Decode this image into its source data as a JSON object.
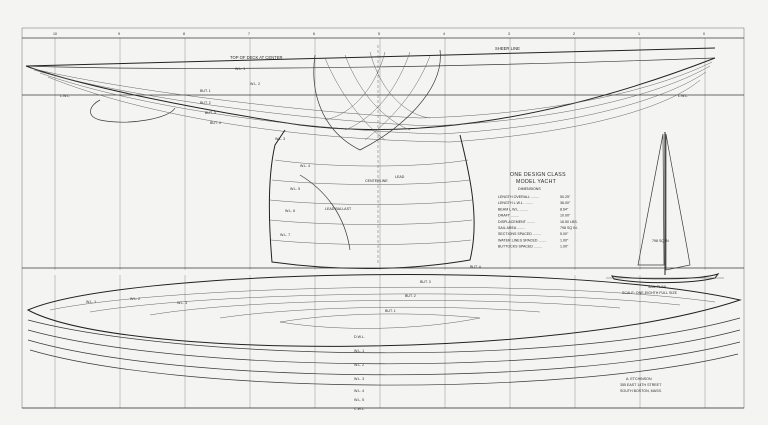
{
  "colors": {
    "paper": "#f4f4f2",
    "ink": "#2b2b2b"
  },
  "station_numbers": [
    "10",
    "9",
    "8",
    "7",
    "6",
    "5",
    "4",
    "3",
    "2",
    "1",
    "0"
  ],
  "profile_labels": {
    "deck_top": "TOP OF DECK AT CENTER",
    "sheer_line": "SHEER LINE",
    "lwl_left": "L.W.L.",
    "lwl_right": "L.W.L.",
    "centerline": "CENTERLINE",
    "lead": "LEAD",
    "ballast": "LEAD BALLAST"
  },
  "buttock_labels_profile": [
    "BUT. 1",
    "BUT. 2",
    "BUT. 3",
    "BUT. 4"
  ],
  "waterline_labels_profile": [
    "W.L. 1",
    "W.L. 2",
    "W.L. 3",
    "W.L. 4",
    "W.L. 5",
    "W.L. 6",
    "W.L. 7"
  ],
  "plan_labels": [
    "BUT. 4",
    "BUT. 3",
    "BUT. 2",
    "BUT. 1",
    "W.L. 3",
    "W.L. 2",
    "W.L. 1"
  ],
  "halfbreadth_labels": [
    "D.W.L.",
    "W.L. 1",
    "W.L. 2",
    "W.L. 3",
    "W.L. 4",
    "W.L. 5",
    "C.W.L."
  ],
  "spec": {
    "title_line1": "ONE DESIGN CLASS",
    "title_line2": "MODEL YACHT",
    "subtitle": "DIMENSIONS",
    "rows": [
      {
        "label": "LENGTH OVERALL",
        "value": "50.25\""
      },
      {
        "label": "LENGTH L.W.L.",
        "value": "36.00\""
      },
      {
        "label": "BEAM L.W.L.",
        "value": "8.64\""
      },
      {
        "label": "DRAFT",
        "value": "10.00\""
      },
      {
        "label": "DISPLACEMENT",
        "value": "16.50 LBS."
      },
      {
        "label": "SAIL AREA",
        "value": "798 SQ IN."
      },
      {
        "label": "SECTIONS SPACED",
        "value": "5.00\""
      },
      {
        "label": "WATER LINES SPACED",
        "value": "1.00\""
      },
      {
        "label": "BUTTOCKS SPACED",
        "value": "1.00\""
      }
    ]
  },
  "sail_plan": {
    "area_label": "798 SQ IN",
    "caption_line1": "SAIL PLAN",
    "caption_line2": "SCALE: ONE-EIGHTH FULL SIZE"
  },
  "designer": {
    "line1": "A. ETCHINSON",
    "line2": "355 EAST 14TH STREET",
    "line3": "SOUTH BOSTON, MASS."
  }
}
